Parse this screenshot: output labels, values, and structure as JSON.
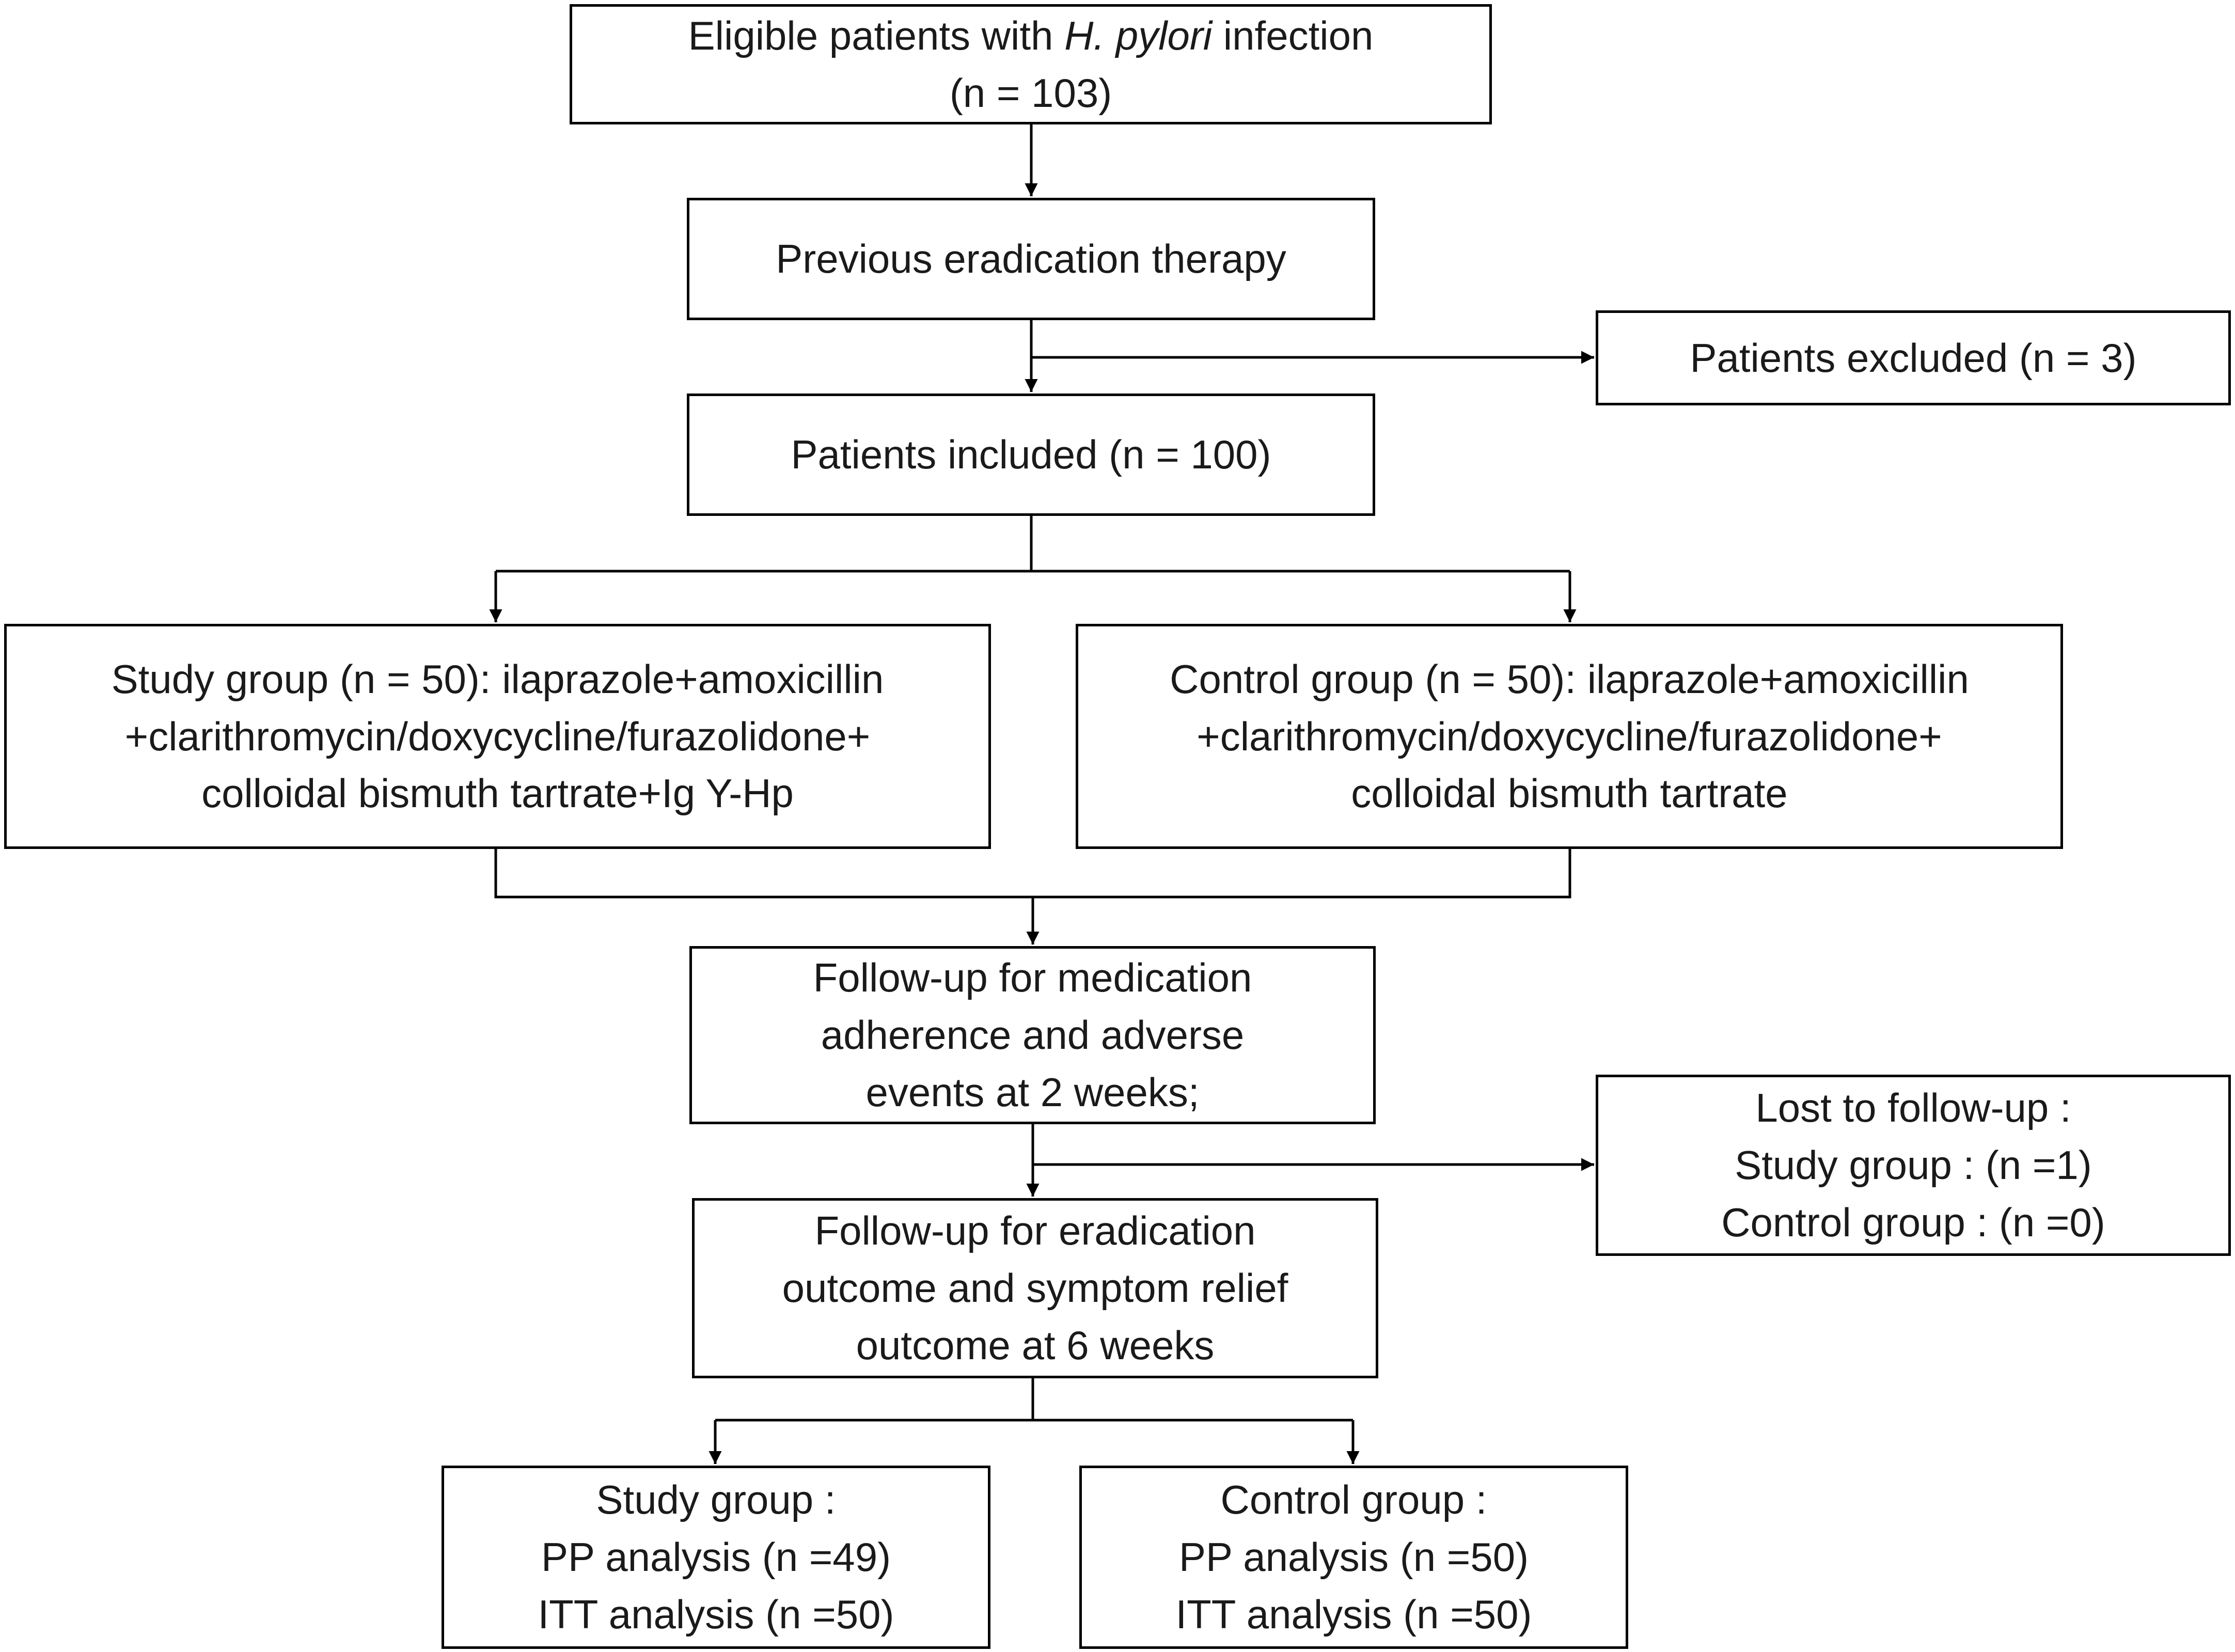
{
  "flowchart": {
    "eligible": {
      "line1_prefix": "Eligible patients with ",
      "line1_italic": "H. pylori",
      "line1_suffix": " infection",
      "line2": "(n = 103)"
    },
    "previous_therapy": "Previous eradication therapy",
    "excluded": "Patients excluded (n = 3)",
    "included": "Patients included  (n = 100)",
    "study_group": [
      "Study group  (n = 50): ilaprazole+amoxicillin",
      "+clarithromycin/doxycycline/furazolidone+",
      "colloidal bismuth  tartrate+Ig Y-Hp"
    ],
    "control_group": [
      "Control group (n = 50): ilaprazole+amoxicillin",
      "+clarithromycin/doxycycline/furazolidone+",
      "colloidal bismuth  tartrate"
    ],
    "followup_2wk": [
      "Follow-up for medication",
      "adherence and adverse",
      "events at 2 weeks;"
    ],
    "lost": [
      "Lost to follow-up :",
      "Study group  : (n =1)",
      "Control group  : (n =0)"
    ],
    "followup_6wk": [
      "Follow-up for eradication",
      "outcome and symptom relief",
      "outcome at 6 weeks"
    ],
    "study_result": [
      "Study group  :",
      "PP analysis (n =49)",
      "ITT analysis (n =50)"
    ],
    "control_result": [
      "Control group  :",
      "PP analysis (n =50)",
      "ITT analysis (n =50)"
    ]
  }
}
